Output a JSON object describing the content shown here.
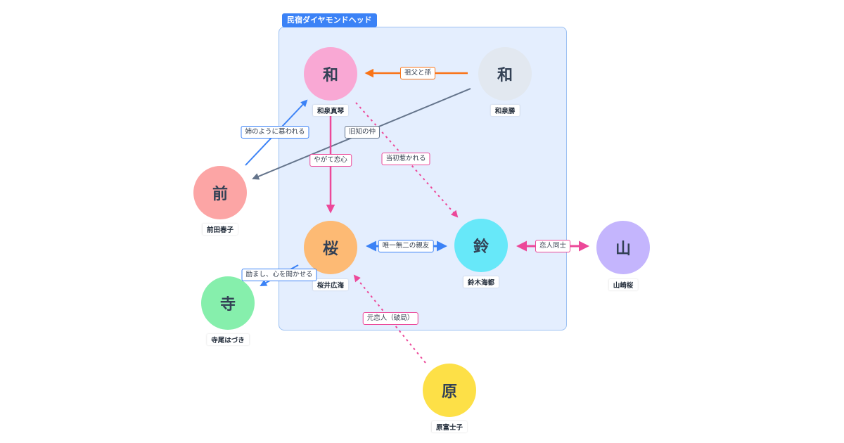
{
  "group": {
    "title": "民宿ダイヤモンドヘッド"
  },
  "nodes": [
    {
      "id": "n1",
      "glyph": "和",
      "name": "和泉真琴",
      "color": "#f9a8d4"
    },
    {
      "id": "n2",
      "glyph": "和",
      "name": "和泉勝",
      "color": "#e2e8f0"
    },
    {
      "id": "n3",
      "glyph": "前",
      "name": "前田春子",
      "color": "#fca5a5"
    },
    {
      "id": "n4",
      "glyph": "桜",
      "name": "桜井広海",
      "color": "#fdba74"
    },
    {
      "id": "n5",
      "glyph": "鈴",
      "name": "鈴木海都",
      "color": "#67e8f9"
    },
    {
      "id": "n6",
      "glyph": "山",
      "name": "山崎桜",
      "color": "#c4b5fd"
    },
    {
      "id": "n7",
      "glyph": "寺",
      "name": "寺尾はづき",
      "color": "#86efac"
    },
    {
      "id": "n8",
      "glyph": "原",
      "name": "原富士子",
      "color": "#fde047"
    }
  ],
  "edges": [
    {
      "id": "e1",
      "label": "祖父と孫",
      "color": "#f97316"
    },
    {
      "id": "e2",
      "label": "旧知の仲",
      "color": "#64748b"
    },
    {
      "id": "e3",
      "label": "姉のように慕われる",
      "color": "#3b82f6"
    },
    {
      "id": "e4",
      "label": "やがて恋心",
      "color": "#ec4899"
    },
    {
      "id": "e5",
      "label": "当初惹かれる",
      "color": "#ec4899"
    },
    {
      "id": "e6",
      "label": "唯一無二の親友",
      "color": "#3b82f6"
    },
    {
      "id": "e7",
      "label": "恋人同士",
      "color": "#ec4899"
    },
    {
      "id": "e8",
      "label": "励まし、心を開かせる",
      "color": "#3b82f6"
    },
    {
      "id": "e9",
      "label": "元恋人（破局）",
      "color": "#ec4899"
    }
  ]
}
